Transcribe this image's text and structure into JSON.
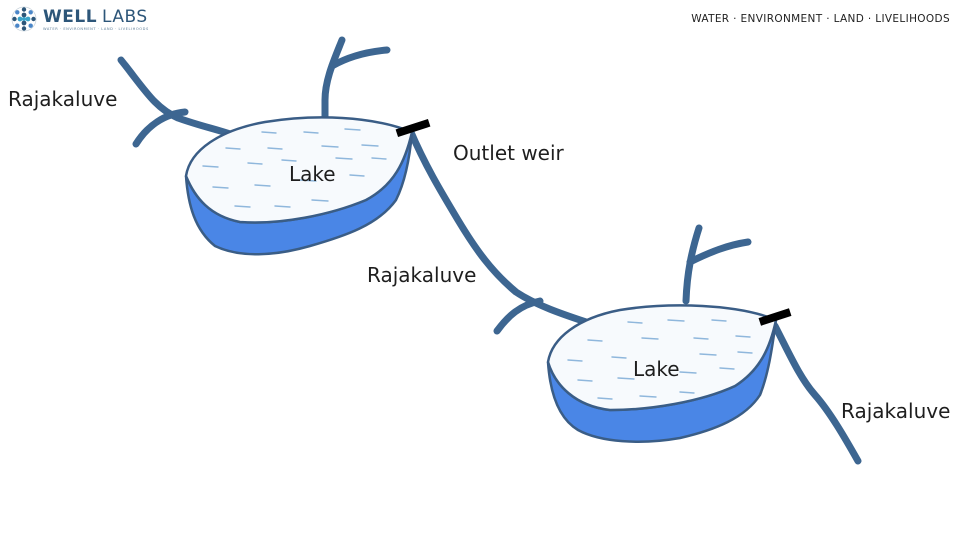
{
  "header": {
    "brand": {
      "name_strong": "WELL",
      "name_light": "LABS",
      "tagline": "WATER · ENVIRONMENT · LAND · LIVELIHOODS",
      "logo_icon": "dotted-globe-icon"
    },
    "tagline": "WATER · ENVIRONMENT · LAND · LIVELIHOODS"
  },
  "diagram": {
    "labels": {
      "rajakaluve_inflow": "Rajakaluve",
      "lake_upper": "Lake",
      "outlet_weir": "Outlet weir",
      "rajakaluve_connector": "Rajakaluve",
      "lake_lower": "Lake",
      "rajakaluve_outflow": "Rajakaluve"
    },
    "colors": {
      "channel": "#3d6691",
      "lake_outline": "#3a5d86",
      "lake_surface": "#f7fafd",
      "lake_water": "#4a86e6",
      "ripple": "#8fb7dc",
      "weir": "#000000",
      "brand": "#2d5679"
    }
  }
}
